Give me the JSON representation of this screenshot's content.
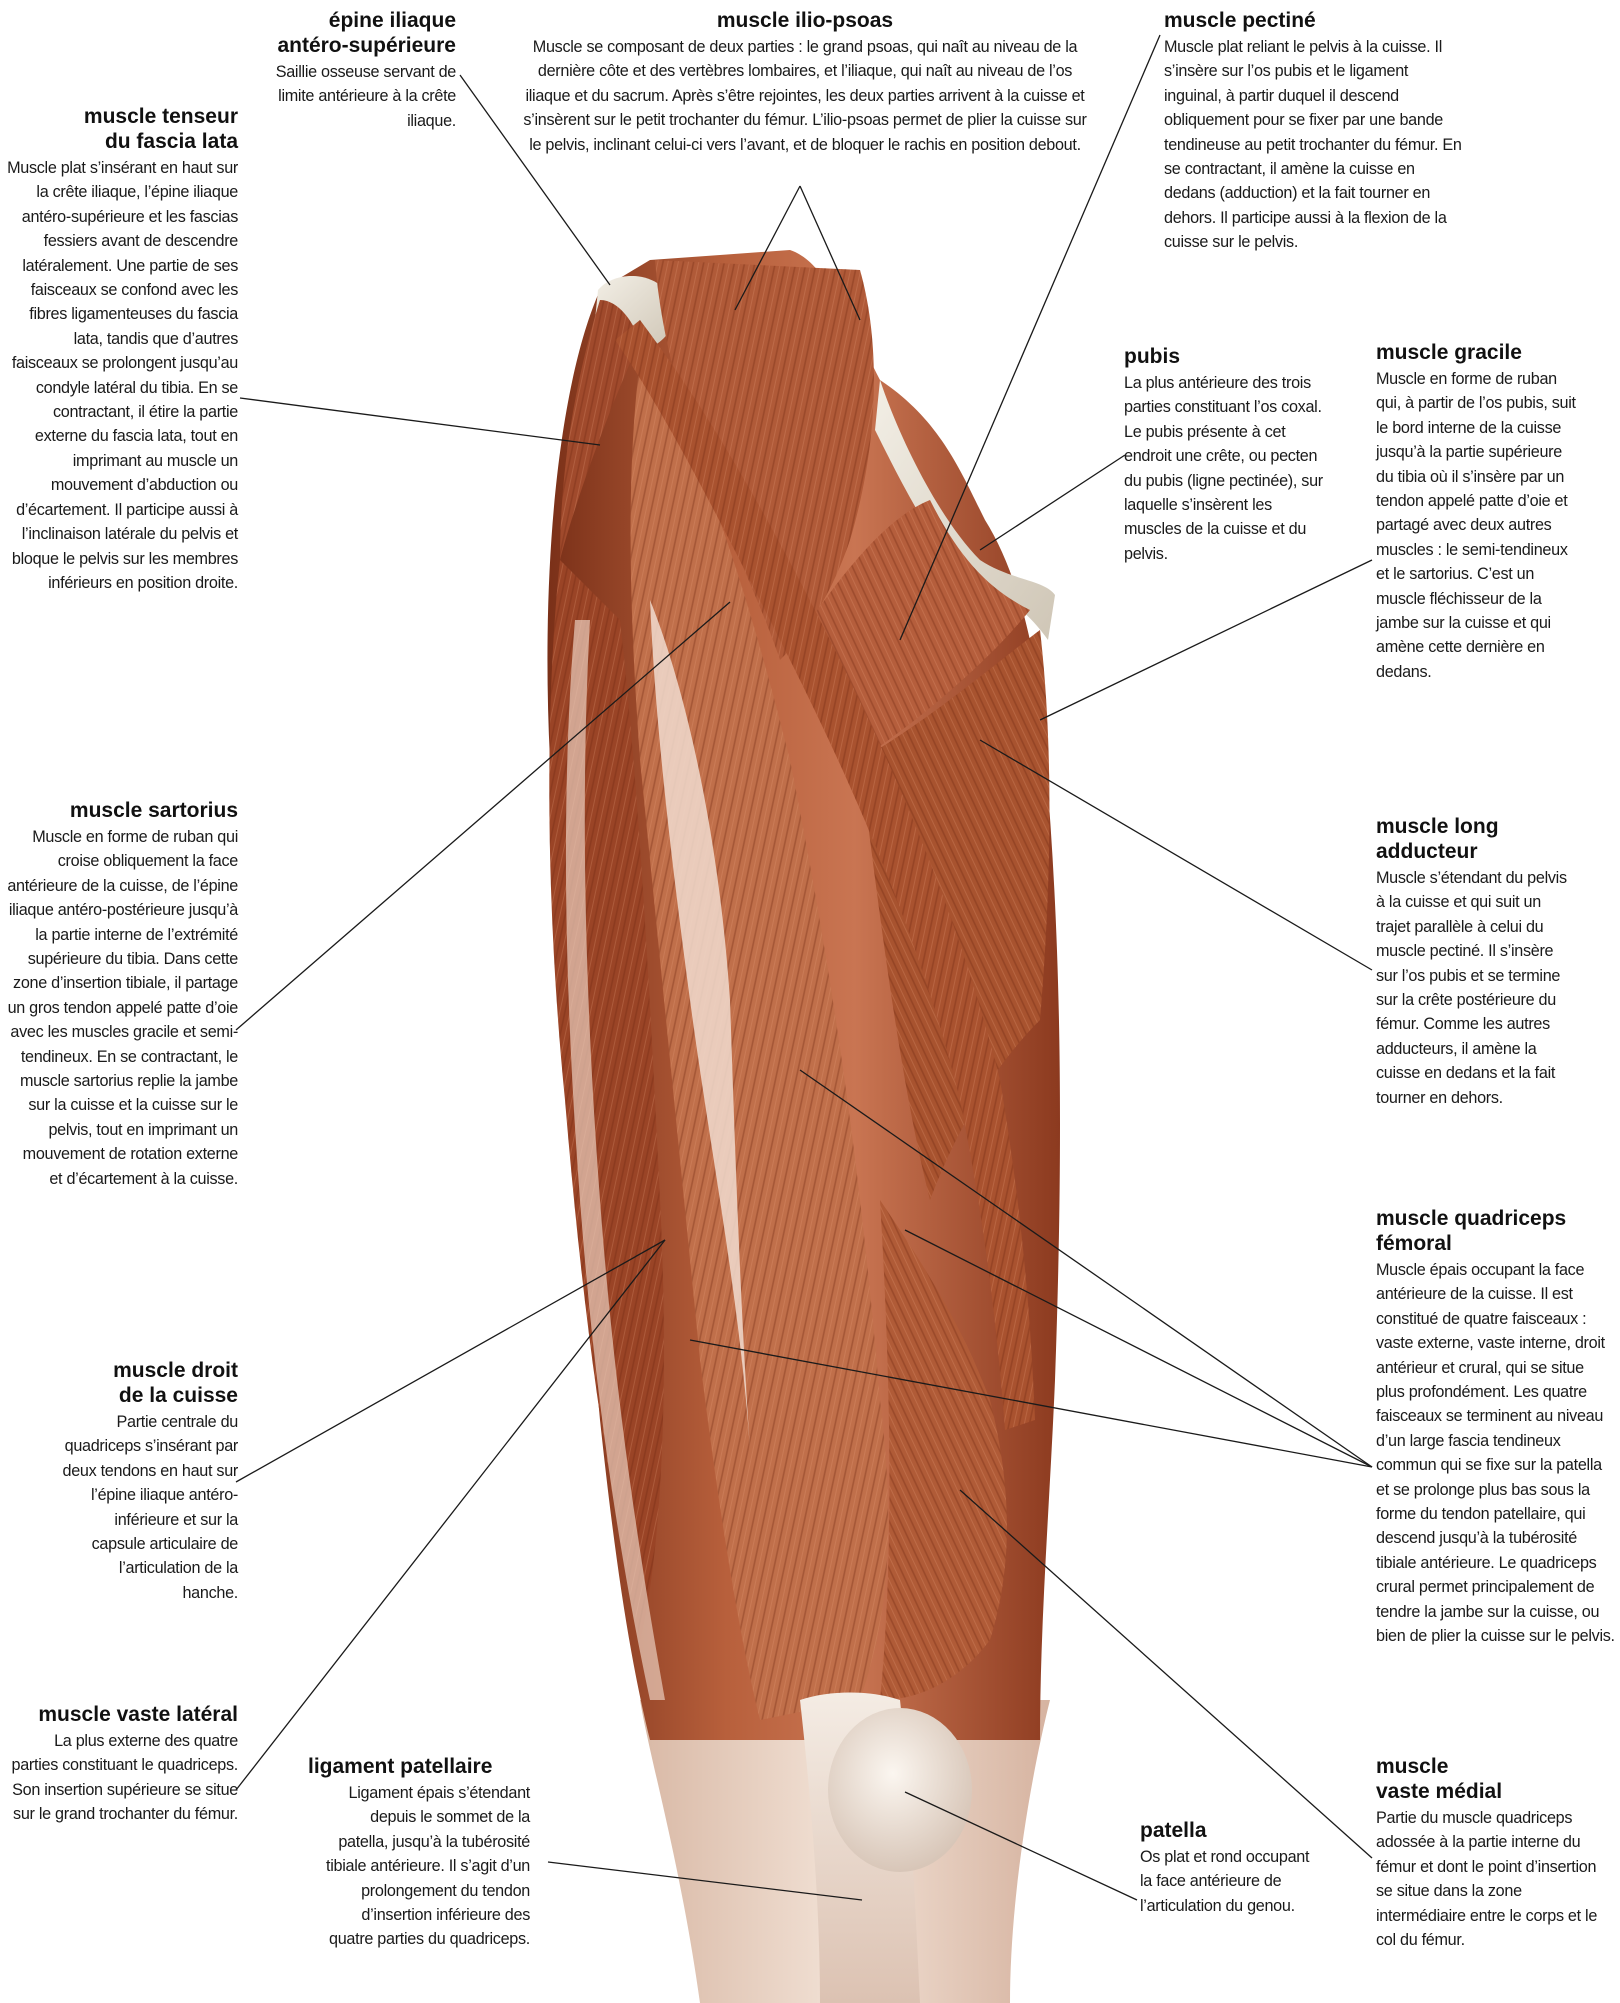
{
  "labels": {
    "epine": {
      "title": "épine iliaque\nantéro-supérieure",
      "text": "Saillie osseuse servant de limite antérieure à la crête iliaque."
    },
    "ilio_psoas": {
      "title": "muscle ilio-psoas",
      "text": "Muscle se composant de deux parties : le grand psoas, qui naît au niveau de la dernière côte et des vertèbres lombaires, et l’iliaque, qui naît au niveau de l’os iliaque et du sacrum. Après s’être rejointes, les deux parties arrivent à la cuisse et s’insèrent sur le petit trochanter du fémur. L’ilio-psoas permet de plier la cuisse sur le pelvis, inclinant celui-ci vers l’avant, et de bloquer le rachis en position debout."
    },
    "pectine": {
      "title": "muscle pectiné",
      "text": "Muscle plat reliant le pelvis à la cuisse. Il s’insère sur l’os pubis et le ligament inguinal, à partir duquel il descend obliquement pour se fixer par une bande tendineuse au petit trochanter du fémur. En se contractant, il amène la cuisse en dedans (adduction) et la fait tourner en dehors. Il participe aussi à la flexion de la cuisse sur le pelvis."
    },
    "tenseur": {
      "title": "muscle tenseur\ndu fascia lata",
      "text": "Muscle plat s’insérant en haut sur la crête iliaque, l’épine iliaque antéro-supérieure et les fascias fessiers avant de descendre latéralement. Une partie de ses faisceaux se confond avec les fibres ligamenteuses du fascia lata, tandis que d’autres faisceaux se prolongent jusqu’au condyle latéral du tibia. En se contractant, il étire la partie externe du fascia lata, tout en imprimant au muscle un mouvement d’abduction ou d’écartement. Il participe aussi à l’inclinaison latérale du pelvis et bloque le pelvis sur les membres inférieurs en position droite."
    },
    "pubis": {
      "title": "pubis",
      "text": "La plus antérieure des trois parties constituant l’os coxal. Le pubis présente à cet endroit une crête, ou pecten du pubis (ligne pectinée), sur laquelle s’insèrent les muscles de la cuisse et du pelvis."
    },
    "gracile": {
      "title": "muscle gracile",
      "text": "Muscle en forme de ruban qui, à partir de l’os pubis, suit le bord interne de la cuisse jusqu’à la partie supérieure du tibia où il s’insère par un tendon appelé patte d’oie et partagé avec deux autres muscles : le semi-tendineux et le sartorius. C’est un muscle fléchisseur de la jambe sur la cuisse et qui amène cette dernière en dedans."
    },
    "sartorius": {
      "title": "muscle sartorius",
      "text": "Muscle en forme de ruban qui croise obliquement la face antérieure de la cuisse, de l’épine iliaque antéro-postérieure jusqu’à la partie interne de l’extrémité supérieure du tibia. Dans cette zone d’insertion tibiale, il partage un gros tendon appelé patte d’oie avec les muscles gracile et semi-tendineux. En se contractant, le muscle sartorius replie la jambe sur la cuisse et la cuisse sur le pelvis, tout en imprimant un mouvement de rotation externe et d’écartement à la cuisse."
    },
    "long_adducteur": {
      "title": "muscle long\nadducteur",
      "text": "Muscle s’étendant du pelvis à la cuisse et qui suit un trajet parallèle à celui du muscle pectiné. Il s’insère sur l’os pubis et se termine sur la crête postérieure du fémur. Comme les autres adducteurs, il amène la cuisse en dedans et la fait tourner en dehors."
    },
    "quadriceps": {
      "title": "muscle quadriceps\nfémoral",
      "text": "Muscle épais occupant la face antérieure de la cuisse. Il est constitué de quatre faisceaux : vaste externe, vaste interne, droit antérieur et crural, qui se situe plus profondément. Les quatre faisceaux se terminent au niveau d’un large fascia tendineux commun qui se fixe sur la patella et se prolonge plus bas sous la forme du tendon patellaire, qui descend jusqu’à la tubérosité tibiale antérieure. Le quadriceps crural permet principalement de tendre la jambe sur la cuisse, ou bien de plier la cuisse sur le pelvis."
    },
    "droit": {
      "title": "muscle droit\nde la cuisse",
      "text": "Partie centrale du quadriceps s’insérant par deux tendons en haut sur l’épine iliaque antéro-inférieure et sur la capsule articulaire de l’articulation de la hanche."
    },
    "vaste_lateral": {
      "title": "muscle vaste latéral",
      "text": "La plus externe des quatre parties constituant le quadriceps. Son insertion supérieure se situe sur le grand trochanter du fémur."
    },
    "ligament": {
      "title": "ligament patellaire",
      "text": "Ligament épais s’étendant depuis le sommet de la patella, jusqu’à la tubérosité tibiale antérieure. Il s’agit d’un prolongement du tendon d’insertion inférieure des quatre parties du quadriceps."
    },
    "patella": {
      "title": "patella",
      "text": "Os plat et rond occupant la face antérieure de l’articulation du genou."
    },
    "vaste_medial": {
      "title": "muscle\nvaste médial",
      "text": "Partie du muscle quadriceps adossée à la partie interne du fémur et dont le point d’insertion se situe dans la zone intermédiaire entre le corps et le col du fémur."
    }
  },
  "colors": {
    "muscle_dark": "#8a3a22",
    "muscle_mid": "#b05a3a",
    "muscle_light": "#d08a68",
    "tendon": "#eadcd0",
    "bone": "#e8e2d6"
  }
}
